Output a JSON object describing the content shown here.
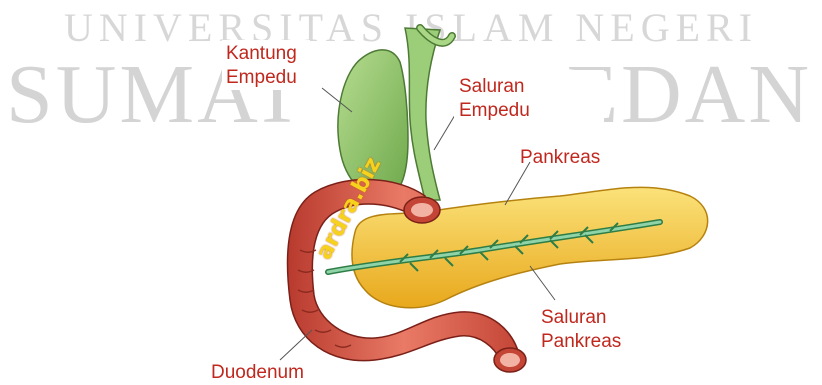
{
  "watermark": {
    "top_line": "UNIVERSITAS ISLAM NEGERI",
    "main_left": "SUMAT",
    "main_right": "EDAN"
  },
  "labels": {
    "kantung_empedu": "Kantung\nEmpedu",
    "saluran_empedu": "Saluran\nEmpedu",
    "pankreas": "Pankreas",
    "saluran_pankreas": "Saluran\nPankreas",
    "duodenum": "Duodenum"
  },
  "stamp_text": "ardra.biz",
  "colors": {
    "label_text": "#c0281e",
    "gallbladder": "#8fc76a",
    "pancreas": "#f2c22a",
    "duodenum": "#d9584a",
    "watermark": "#b8b8b8"
  }
}
